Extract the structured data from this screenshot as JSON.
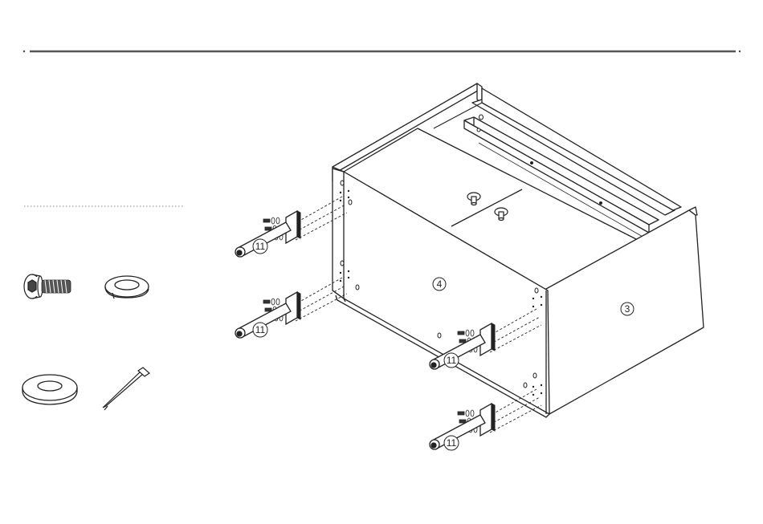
{
  "callouts": {
    "panel_front": "4",
    "panel_side": "3",
    "leg_1": "11",
    "leg_2": "11",
    "leg_3": "11",
    "leg_4": "11"
  },
  "hardware_icons": [
    "hex-socket-bolt-icon",
    "spring-washer-icon",
    "flat-washer-icon",
    "allen-key-icon"
  ],
  "colors": {
    "line": "#222222",
    "rule": "#555555",
    "panel": "#ffffff"
  }
}
